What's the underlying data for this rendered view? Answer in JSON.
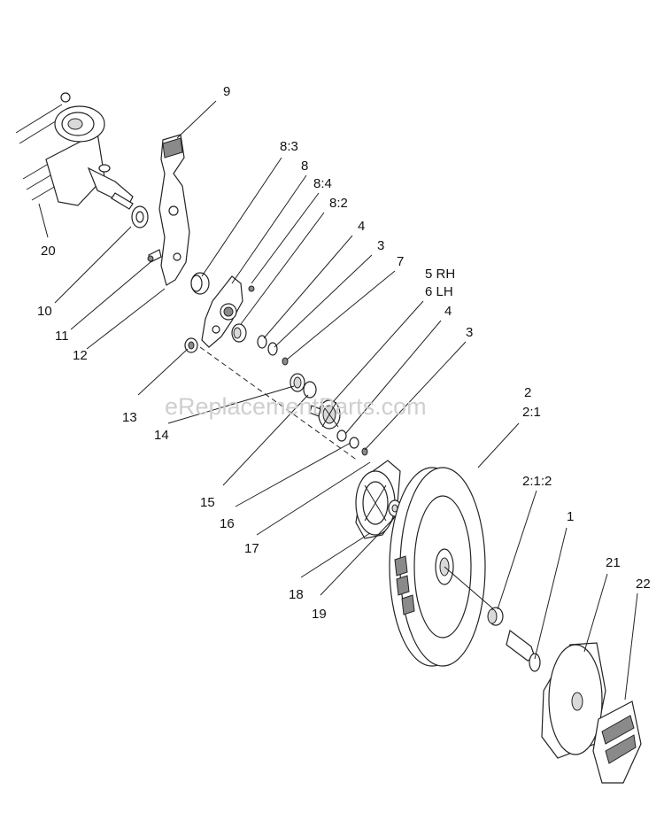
{
  "watermark": "eReplacementParts.com",
  "callouts": [
    {
      "id": "c-9",
      "text": "9"
    },
    {
      "id": "c-8-3",
      "text": "8:3"
    },
    {
      "id": "c-8",
      "text": "8"
    },
    {
      "id": "c-8-4",
      "text": "8:4"
    },
    {
      "id": "c-8-2",
      "text": "8:2"
    },
    {
      "id": "c-4a",
      "text": "4"
    },
    {
      "id": "c-3a",
      "text": "3"
    },
    {
      "id": "c-7",
      "text": "7"
    },
    {
      "id": "c-5rh",
      "text": "5 RH"
    },
    {
      "id": "c-6lh",
      "text": "6 LH"
    },
    {
      "id": "c-4b",
      "text": "4"
    },
    {
      "id": "c-3b",
      "text": "3"
    },
    {
      "id": "c-2",
      "text": "2"
    },
    {
      "id": "c-2-1",
      "text": "2:1"
    },
    {
      "id": "c-2-1-2",
      "text": "2:1:2"
    },
    {
      "id": "c-1",
      "text": "1"
    },
    {
      "id": "c-21",
      "text": "21"
    },
    {
      "id": "c-22",
      "text": "22"
    },
    {
      "id": "c-20",
      "text": "20"
    },
    {
      "id": "c-10",
      "text": "10"
    },
    {
      "id": "c-11",
      "text": "11"
    },
    {
      "id": "c-12",
      "text": "12"
    },
    {
      "id": "c-13",
      "text": "13"
    },
    {
      "id": "c-14",
      "text": "14"
    },
    {
      "id": "c-15",
      "text": "15"
    },
    {
      "id": "c-16",
      "text": "16"
    },
    {
      "id": "c-17",
      "text": "17"
    },
    {
      "id": "c-18",
      "text": "18"
    },
    {
      "id": "c-19",
      "text": "19"
    }
  ]
}
